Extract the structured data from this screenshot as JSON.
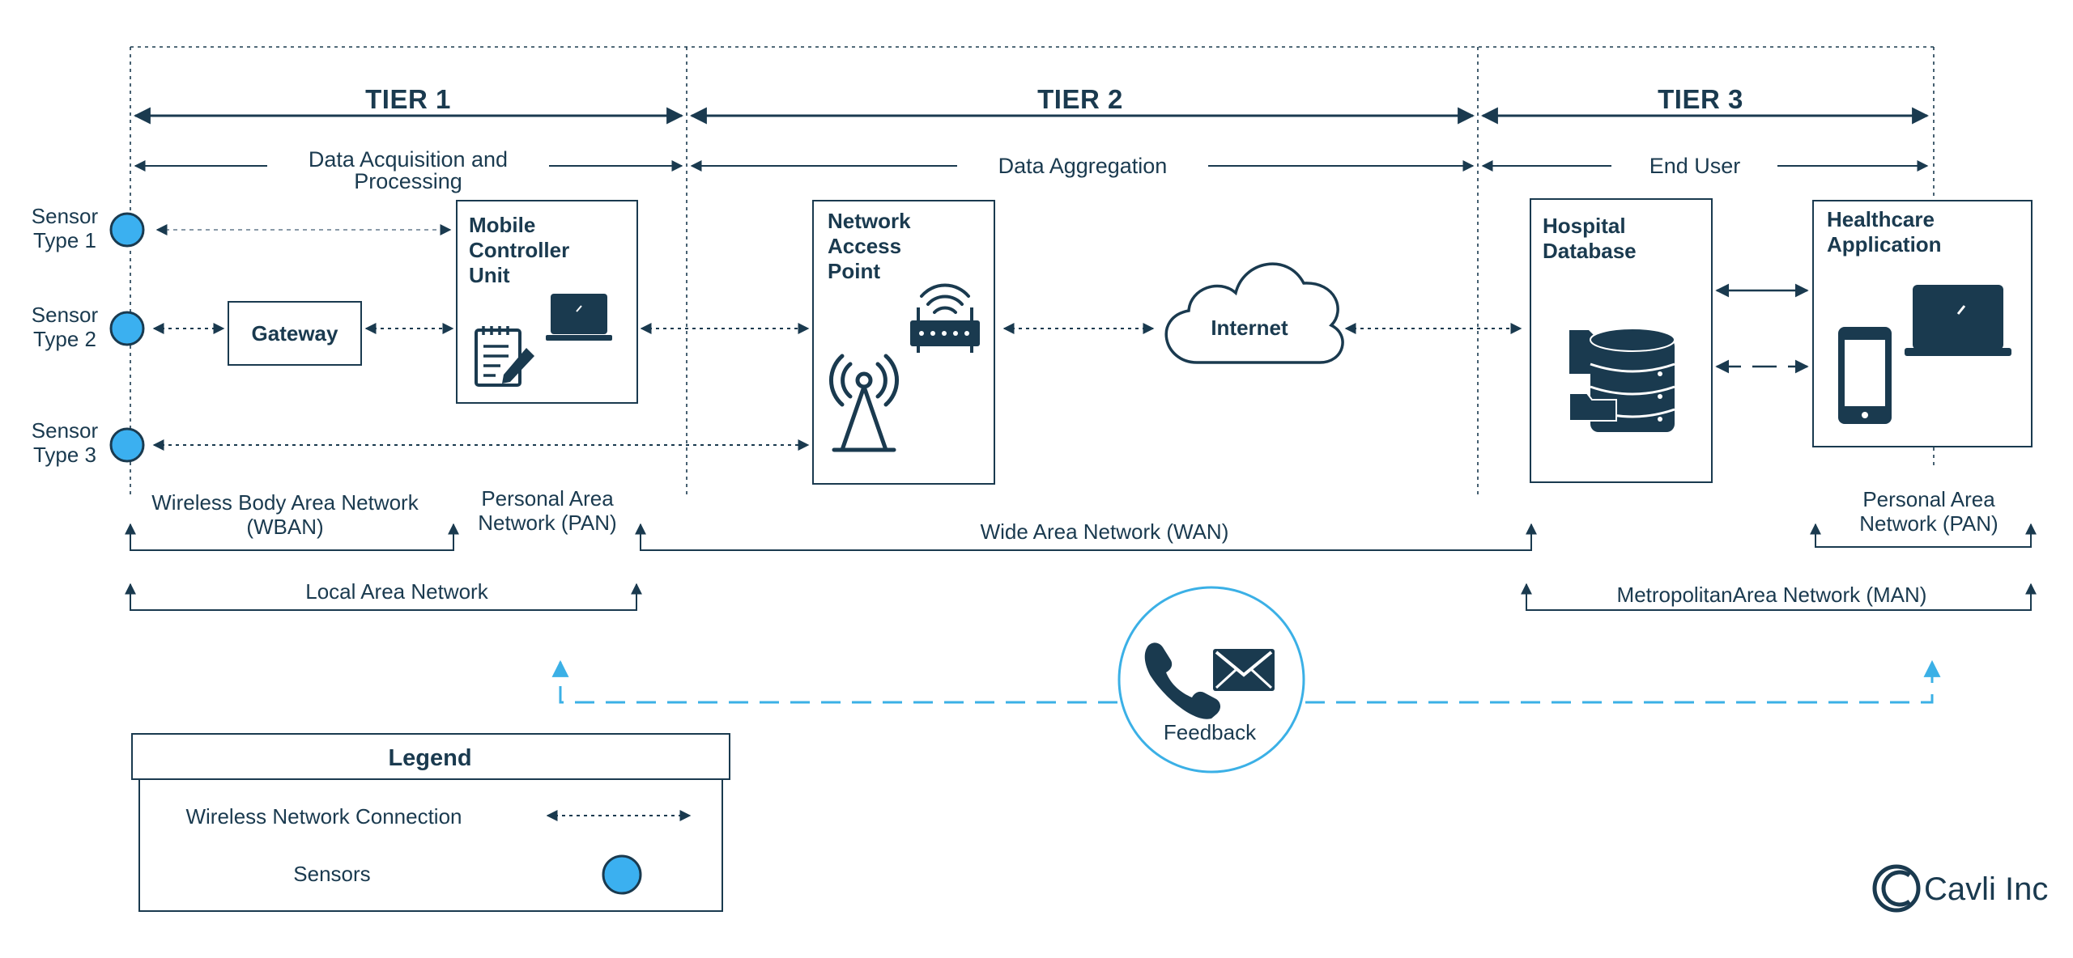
{
  "tiers": {
    "tier1": "TIER 1",
    "tier2": "TIER 2",
    "tier3": "TIER 3"
  },
  "stages": {
    "acquisition_line1": "Data Acquisition and",
    "acquisition_line2": "Processing",
    "aggregation": "Data Aggregation",
    "end_user": "End User"
  },
  "sensors": [
    {
      "line1": "Sensor",
      "line2": "Type 1"
    },
    {
      "line1": "Sensor",
      "line2": "Type 2"
    },
    {
      "line1": "Sensor",
      "line2": "Type 3"
    }
  ],
  "nodes": {
    "gateway": "Gateway",
    "mcu": [
      "Mobile",
      "Controller",
      "Unit"
    ],
    "nap": [
      "Network",
      "Access",
      "Point"
    ],
    "internet": "Internet",
    "hospital": [
      "Hospital",
      "Database"
    ],
    "healthcare": [
      "Healthcare",
      "Application"
    ]
  },
  "networks": {
    "wban_line1": "Wireless Body Area Network",
    "wban_line2": "(WBAN)",
    "pan1_line1": "Personal Area",
    "pan1_line2": "Network (PAN)",
    "wan": "Wide Area Network (WAN)",
    "pan2_line1": "Personal Area",
    "pan2_line2": "Network (PAN)",
    "lan": "Local Area Network",
    "man": "MetropolitanArea Network (MAN)"
  },
  "feedback": {
    "label": "Feedback",
    "icons": [
      "phone-icon",
      "envelope-icon"
    ]
  },
  "legend": {
    "title": "Legend",
    "wireless": "Wireless Network Connection",
    "sensors": "Sensors"
  },
  "logo": {
    "text": "Cavli Inc"
  },
  "colors": {
    "primary": "#1a3a4f",
    "sensor": "#3bb0f0",
    "feedback": "#3bb0e6"
  }
}
